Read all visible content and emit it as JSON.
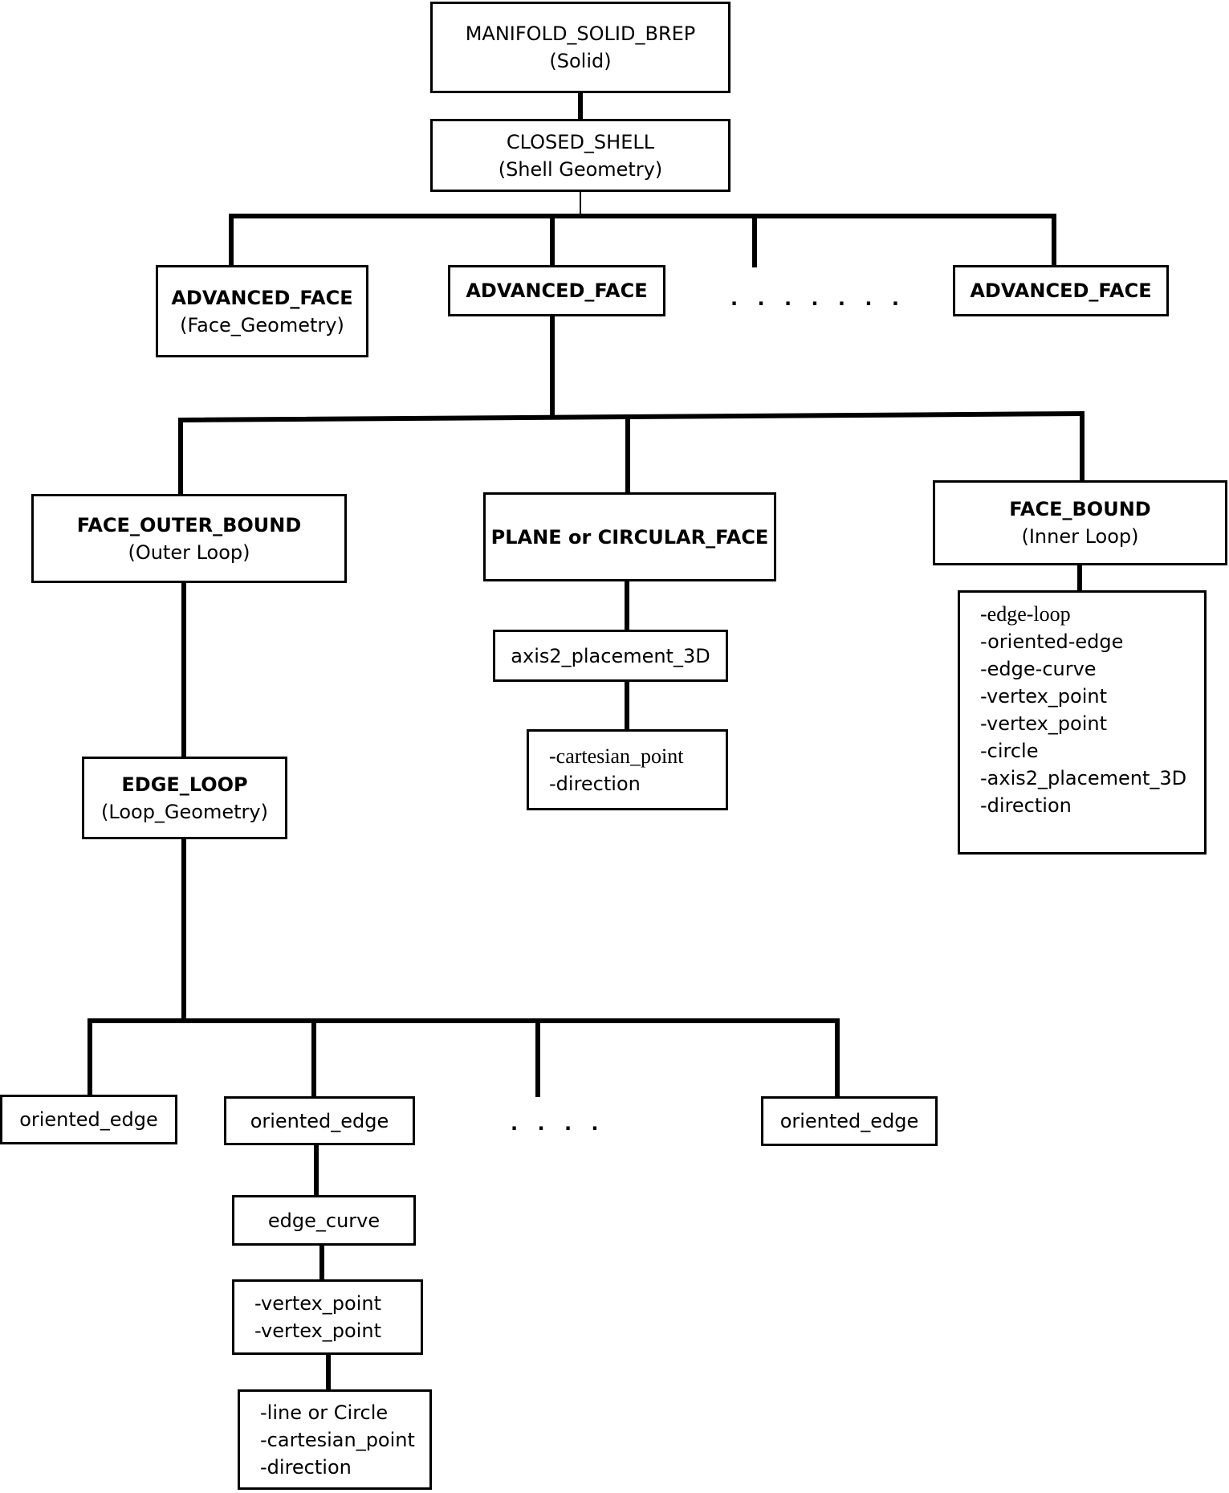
{
  "nodes": {
    "manifold": {
      "line1": "MANIFOLD_SOLID_BREP",
      "line2": "(Solid)"
    },
    "closed_shell": {
      "line1": "CLOSED_SHELL",
      "line2": "(Shell Geometry)"
    },
    "advanced_face_1": {
      "line1": "ADVANCED_FACE",
      "line2": "(Face_Geometry)"
    },
    "advanced_face_2": {
      "line1": "ADVANCED_FACE"
    },
    "advanced_face_dots": ". . . . . . .",
    "advanced_face_3": {
      "line1": "ADVANCED_FACE"
    },
    "face_outer_bound": {
      "line1": "FACE_OUTER_BOUND",
      "line2": "(Outer Loop)"
    },
    "plane": {
      "line1": "PLANE or CIRCULAR_FACE"
    },
    "face_bound": {
      "line1": "FACE_BOUND",
      "line2": "(Inner Loop)"
    },
    "face_bound_items": [
      "-edge-loop",
      "-oriented-edge",
      "-edge-curve",
      "-vertex_point",
      "-vertex_point",
      "-circle",
      "-axis2_placement_3D",
      "-direction"
    ],
    "axis2": {
      "line1": "axis2_placement_3D"
    },
    "plane_items": [
      "-cartesian_point",
      "-direction"
    ],
    "edge_loop": {
      "line1": "EDGE_LOOP",
      "line2": "(Loop_Geometry)"
    },
    "oriented_edge_1": {
      "line1": "oriented_edge"
    },
    "oriented_edge_2": {
      "line1": "oriented_edge"
    },
    "oriented_edge_dots": ". . . .",
    "oriented_edge_3": {
      "line1": "oriented_edge"
    },
    "edge_curve": {
      "line1": "edge_curve"
    },
    "vertex_items": [
      "-vertex_point",
      "-vertex_point"
    ],
    "line_items": [
      "-line or Circle",
      "-cartesian_point",
      "-direction"
    ]
  }
}
